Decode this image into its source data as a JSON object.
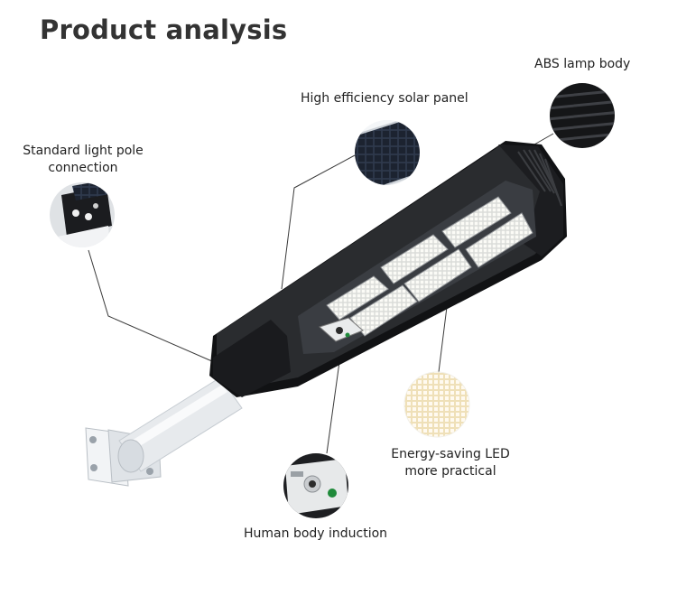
{
  "page": {
    "title": "Product analysis"
  },
  "callouts": {
    "abs_body": "ABS lamp body",
    "solar_panel": "High efficiency solar panel",
    "pole_connection_line1": "Standard light pole",
    "pole_connection_line2": "connection",
    "led_line1": "Energy-saving LED",
    "led_line2": "more practical",
    "induction": "Human body induction"
  },
  "colors": {
    "lamp_body": "#2a2c2f",
    "lamp_shadow": "#111214",
    "led_panel": "#f4f1e6",
    "led_warm": "#f6e9c6",
    "pole": "#e4e7ea",
    "leader_line": "#3a3a3a",
    "sensor_green": "#1f8a3a"
  }
}
